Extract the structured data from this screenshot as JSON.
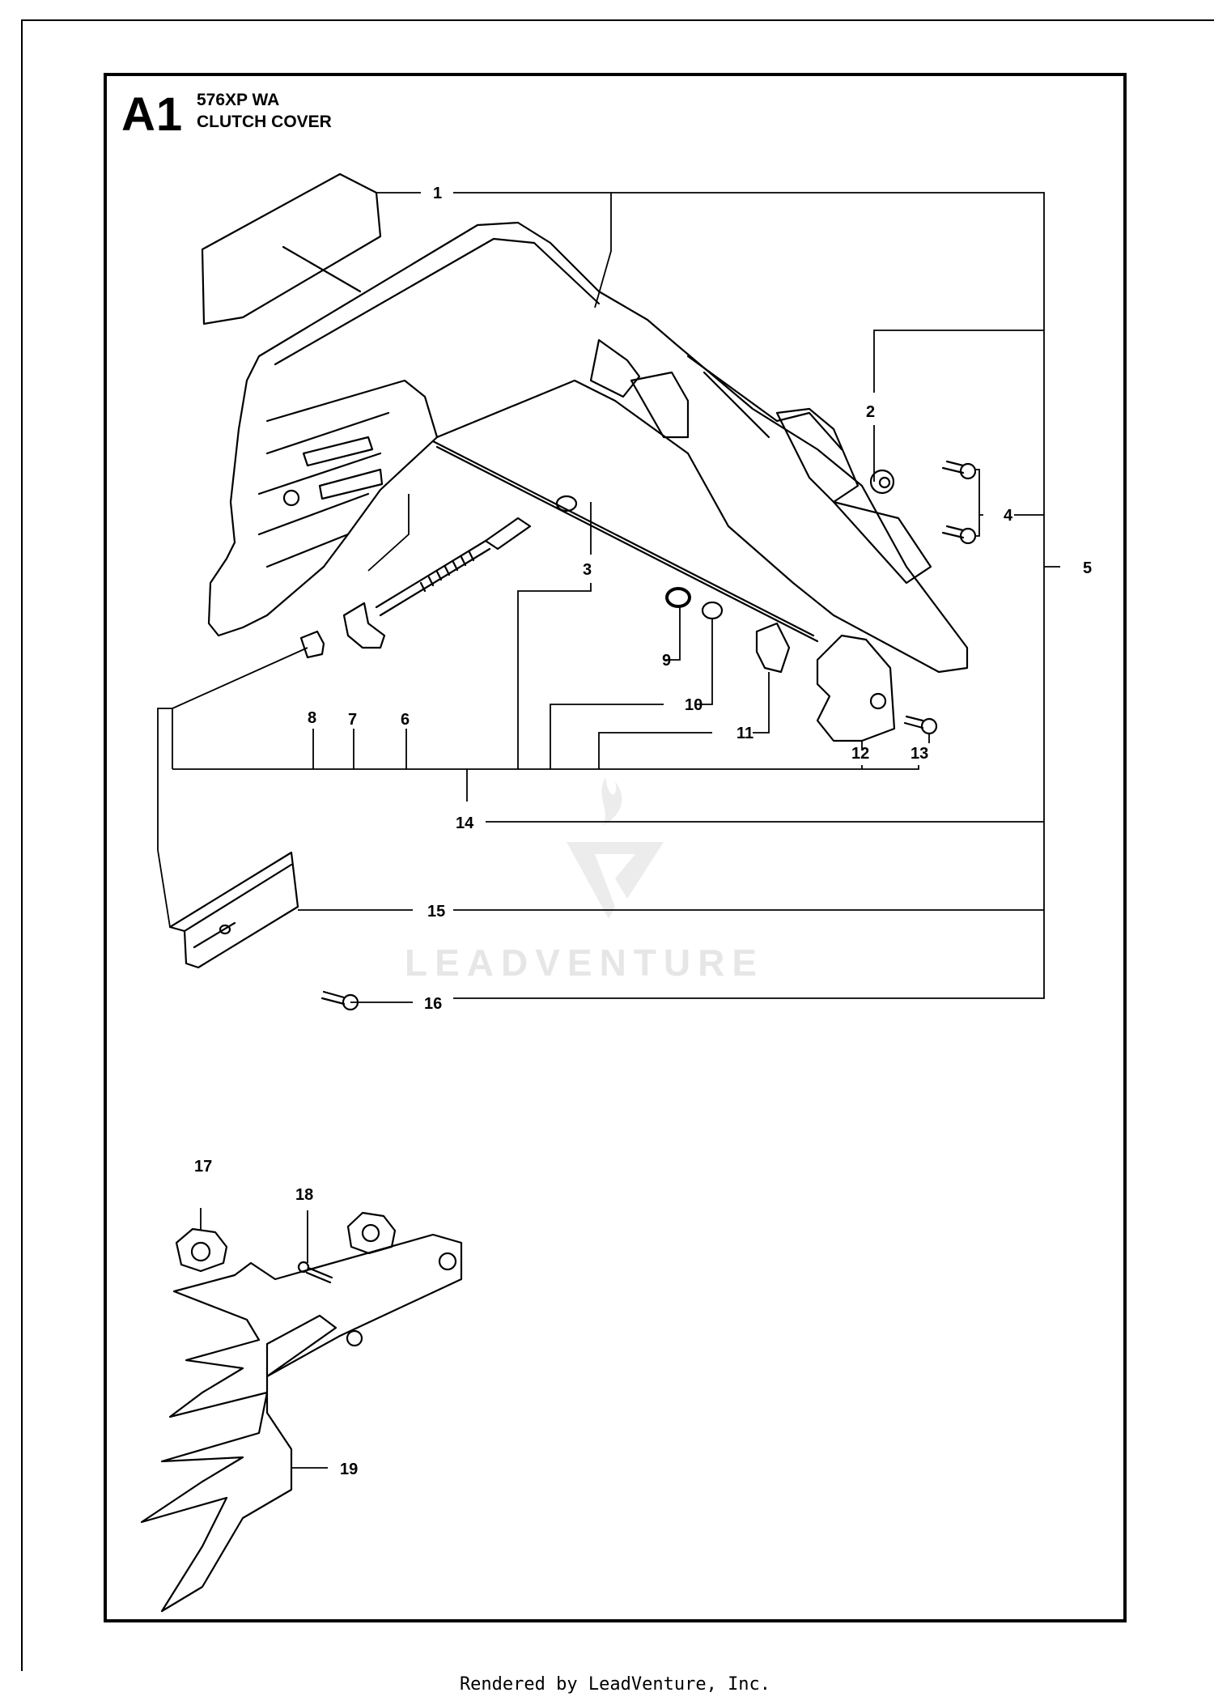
{
  "header": {
    "section": "A1",
    "model": "576XP WA",
    "title": "CLUTCH COVER"
  },
  "callouts": [
    {
      "id": "c1",
      "text": "1"
    },
    {
      "id": "c2",
      "text": "2"
    },
    {
      "id": "c3",
      "text": "3"
    },
    {
      "id": "c4",
      "text": "4"
    },
    {
      "id": "c5",
      "text": "5"
    },
    {
      "id": "c6",
      "text": "6"
    },
    {
      "id": "c7",
      "text": "7"
    },
    {
      "id": "c8",
      "text": "8"
    },
    {
      "id": "c9",
      "text": "9"
    },
    {
      "id": "c10",
      "text": "10"
    },
    {
      "id": "c11",
      "text": "11"
    },
    {
      "id": "c12",
      "text": "12"
    },
    {
      "id": "c13",
      "text": "13"
    },
    {
      "id": "c14",
      "text": "14"
    },
    {
      "id": "c15",
      "text": "15"
    },
    {
      "id": "c16",
      "text": "16"
    },
    {
      "id": "c17",
      "text": "17"
    },
    {
      "id": "c18",
      "text": "18"
    },
    {
      "id": "c19",
      "text": "19"
    }
  ],
  "watermark": "LEADVENTURE",
  "footer": "Rendered by LeadVenture, Inc.",
  "colors": {
    "ink": "#000000",
    "watermark": "#e6e6e6"
  }
}
